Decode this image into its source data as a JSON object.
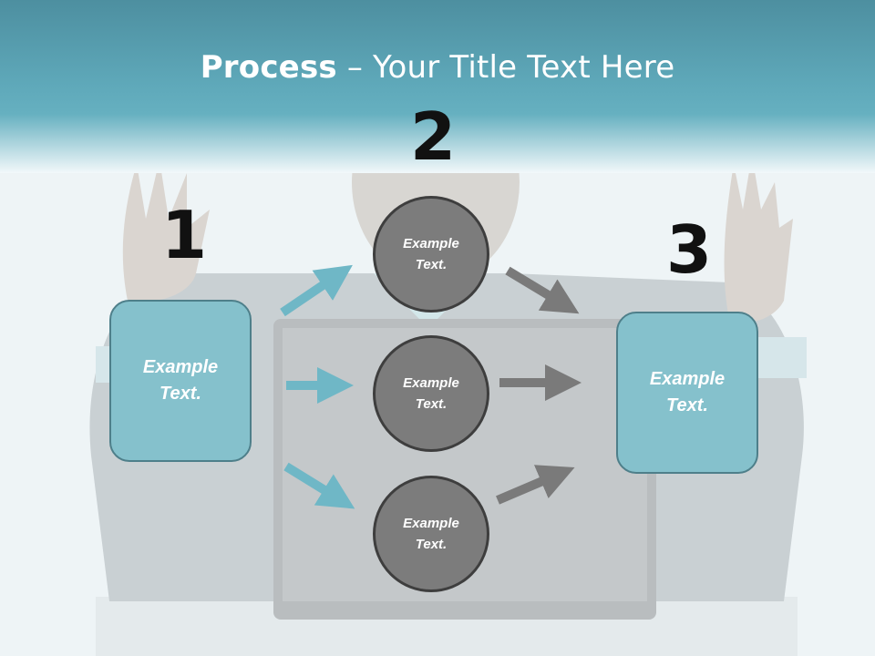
{
  "slide": {
    "title_bold": "Process",
    "title_rest": " – Your Title Text Here"
  },
  "steps": {
    "step1": {
      "number": "1",
      "label": "Example Text."
    },
    "step2": {
      "number": "2"
    },
    "step3": {
      "number": "3",
      "label": "Example Text."
    }
  },
  "circles": [
    {
      "label": "Example Text."
    },
    {
      "label": "Example Text."
    },
    {
      "label": "Example Text."
    }
  ],
  "colors": {
    "header": "#5fa9ba",
    "box_fill": "#85c1cc",
    "circle_fill": "#7c7c7c",
    "arrow_teal": "#6fb7c6",
    "arrow_gray": "#7a7a7a"
  }
}
